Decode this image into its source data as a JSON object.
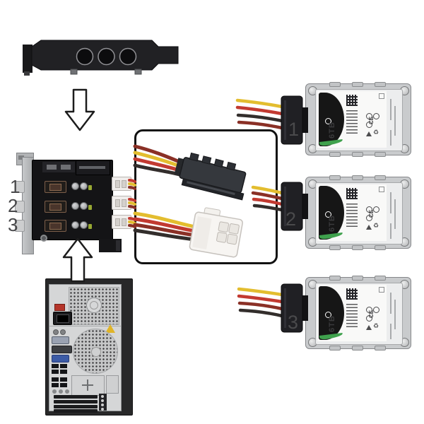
{
  "card": {
    "port_labels": [
      "1",
      "2",
      "3"
    ]
  },
  "drives": [
    {
      "number": "1",
      "capacity": "6TB",
      "cert_mark": "CE"
    },
    {
      "number": "2",
      "capacity": "6TB",
      "cert_mark": "CE"
    },
    {
      "number": "3",
      "capacity": "6TB",
      "cert_mark": "CE"
    }
  ],
  "icons": {
    "recycle": "♻"
  },
  "colors": {
    "wire_yellow": "#e3bd2f",
    "wire_red": "#c23a31",
    "wire_dark_red": "#8a3026",
    "wire_black": "#332e2c",
    "seagate_green": "#3fa14d",
    "drive_body": "#c9cbcd",
    "tower_panel": "#d5d6d7",
    "warning_yellow": "#e0b428",
    "vga_blue": "#3c5ba6",
    "inset_border": "#111111"
  }
}
